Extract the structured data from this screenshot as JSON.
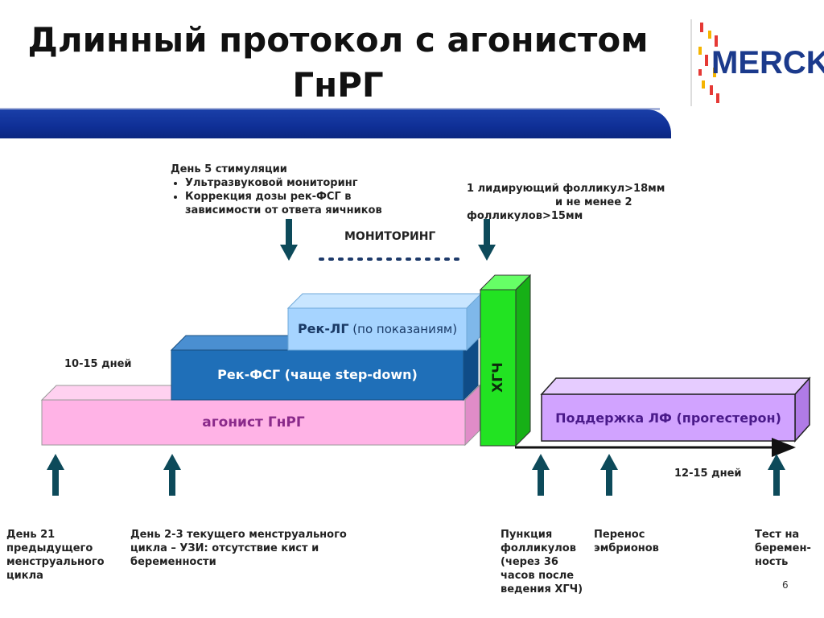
{
  "title_line1": "Длинный протокол с агонистом",
  "title_line2": "ГнРГ",
  "logo": "MERCK",
  "day5": {
    "heading": "День 5 стимуляции",
    "items": [
      "Ультразвуковой мониторинг",
      "Коррекция дозы рек-ФСГ в зависимости от ответа яичников"
    ]
  },
  "monitoring_label": "МОНИТОРИНГ",
  "follicle_note": {
    "line1": "1 лидирующий фолликул>18мм",
    "line2": "и не менее 2",
    "line3": "фолликулов>15мм"
  },
  "days_10_15": "10-15 дней",
  "days_12_15": "12-15 дней",
  "bars": {
    "rec_lh_bold": "Рек-ЛГ",
    "rec_lh_rest": " (по показаниям)",
    "rec_fsh": "Рек-ФСГ (чаще step-down)",
    "agonist": "агонист ГнРГ",
    "hcg": "ХГЧ",
    "luteal": "Поддержка ЛФ (прогестерон)"
  },
  "bottom_labels": {
    "day21": "День 21 предыдущего менструального цикла",
    "day2_3": "День 2-3 текущего менструального цикла – УЗИ: отсутствие кист и беременности",
    "puncture": "Пункция фолликулов (через 36 часов после ведения ХГЧ)",
    "transfer": "Перенос эмбрионов",
    "test": "Тест на беремен-ность"
  },
  "page_number": "6",
  "colors": {
    "band_blue": "#0f2f96",
    "agonist_pink": "#ffb3e6",
    "rec_fsh_blue": "#1f6fb8",
    "rec_lh_lightblue": "#a6d4ff",
    "hcg_green": "#22e322",
    "luteal_purple": "#d1a3ff",
    "arrow_teal": "#0d4a5a"
  }
}
